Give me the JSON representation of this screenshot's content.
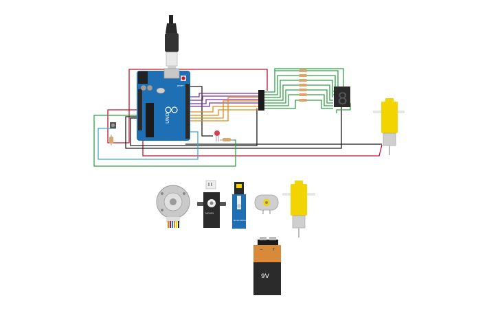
{
  "arduino": {
    "brand_text": "UNO",
    "reset_label": "RESET"
  },
  "battery": {
    "label": "9V",
    "minus_label": "−",
    "plus_label": "+"
  },
  "seven_segment": {
    "digit": "8"
  },
  "servo_blue": {
    "label": "MICRO SERVO"
  },
  "servo_black": {
    "label": "MG995"
  },
  "colors": {
    "wire_red": "#c8102e",
    "wire_black": "#1a1a1a",
    "wire_green": "#2ea043",
    "wire_purple": "#7b2fa0",
    "wire_orange": "#e08a16",
    "wire_cyan": "#3ba6c8",
    "arduino_blue": "#1f6fb5",
    "motor_yellow": "#f2d400",
    "battery_orange": "#d8893a",
    "battery_black": "#2b2b2b"
  }
}
